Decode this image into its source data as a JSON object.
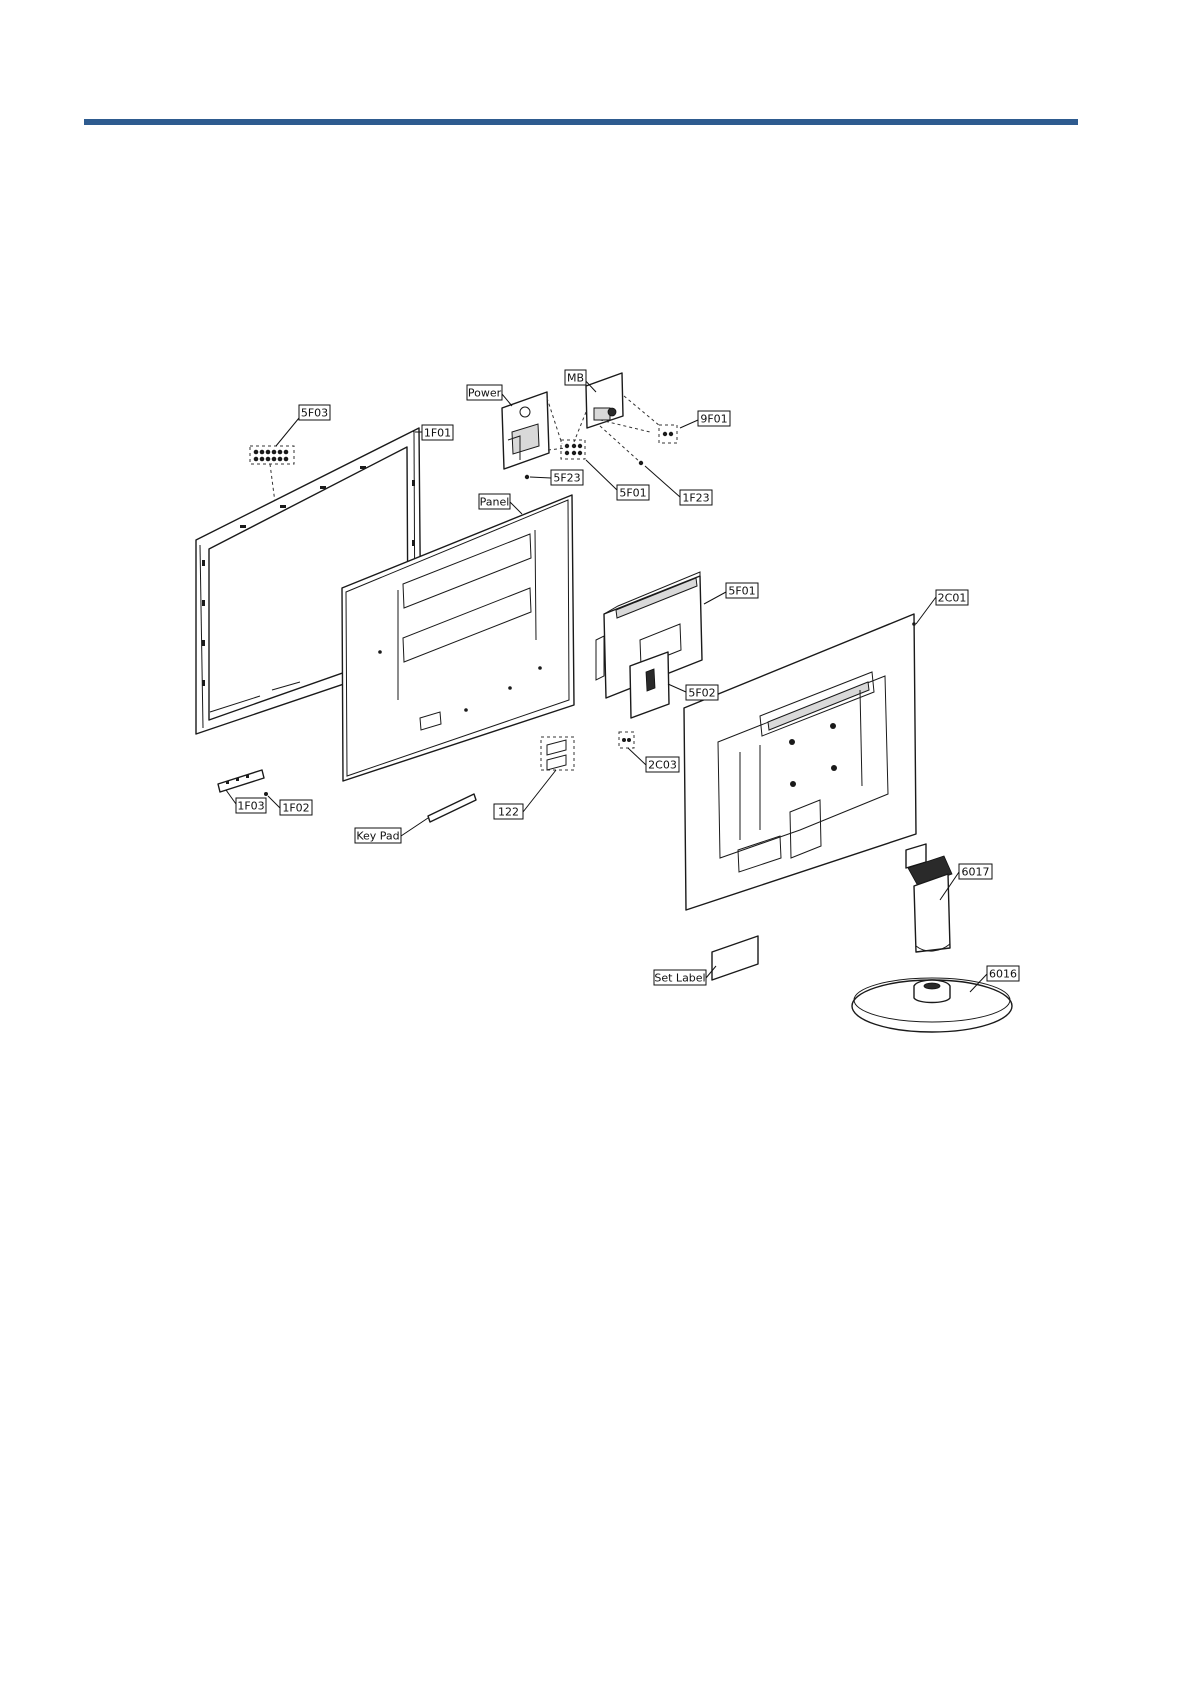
{
  "header": {
    "rule_color": "#2e5b8f"
  },
  "diagram": {
    "labels": {
      "l_5f03": "5F03",
      "l_1f01": "1F01",
      "l_power": "Power",
      "l_mb": "MB",
      "l_9f01": "9F01",
      "l_5f23": "5F23",
      "l_5f01_top": "5F01",
      "l_1f23": "1F23",
      "l_panel": "Panel",
      "l_5f01_shield": "5F01",
      "l_2c01": "2C01",
      "l_5f02": "5F02",
      "l_2c03": "2C03",
      "l_122": "122",
      "l_1f03": "1F03",
      "l_1f02": "1F02",
      "l_keypad": "Key Pad",
      "l_6017": "6017",
      "l_setlabel": "Set Label",
      "l_6016": "6016"
    }
  }
}
